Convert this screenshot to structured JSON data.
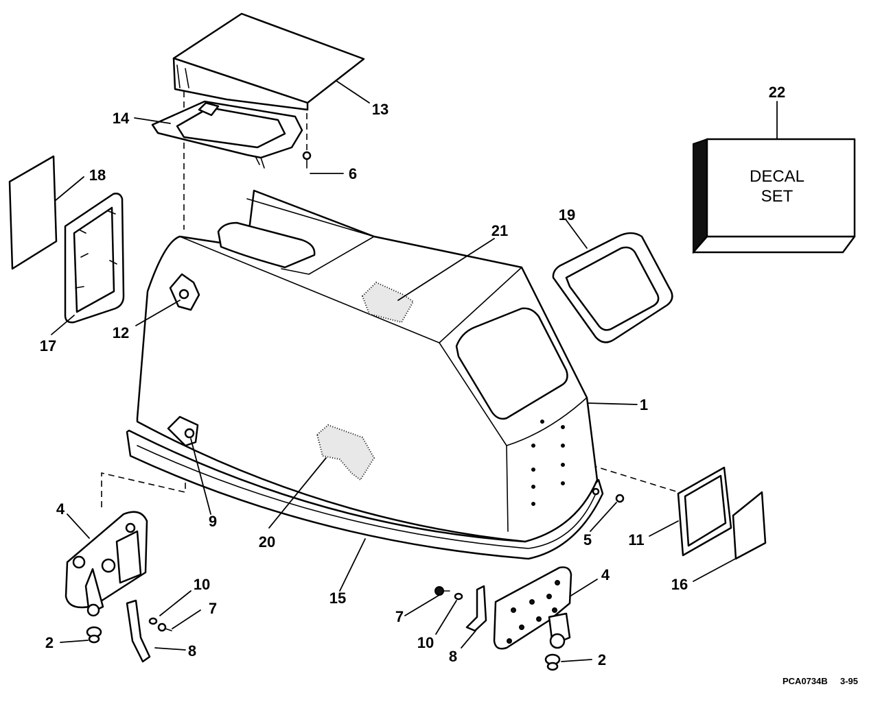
{
  "callouts": [
    {
      "id": "c1",
      "label": "1"
    },
    {
      "id": "c2a",
      "label": "2"
    },
    {
      "id": "c2b",
      "label": "2"
    },
    {
      "id": "c4a",
      "label": "4"
    },
    {
      "id": "c4b",
      "label": "4"
    },
    {
      "id": "c5",
      "label": "5"
    },
    {
      "id": "c6",
      "label": "6"
    },
    {
      "id": "c7a",
      "label": "7"
    },
    {
      "id": "c7b",
      "label": "7"
    },
    {
      "id": "c8a",
      "label": "8"
    },
    {
      "id": "c8b",
      "label": "8"
    },
    {
      "id": "c9",
      "label": "9"
    },
    {
      "id": "c10a",
      "label": "10"
    },
    {
      "id": "c10b",
      "label": "10"
    },
    {
      "id": "c11",
      "label": "11"
    },
    {
      "id": "c12",
      "label": "12"
    },
    {
      "id": "c13",
      "label": "13"
    },
    {
      "id": "c14",
      "label": "14"
    },
    {
      "id": "c15",
      "label": "15"
    },
    {
      "id": "c16",
      "label": "16"
    },
    {
      "id": "c17",
      "label": "17"
    },
    {
      "id": "c18",
      "label": "18"
    },
    {
      "id": "c19",
      "label": "19"
    },
    {
      "id": "c20",
      "label": "20"
    },
    {
      "id": "c21",
      "label": "21"
    },
    {
      "id": "c22",
      "label": "22"
    }
  ],
  "decal_box": {
    "line1": "DECAL",
    "line2": "SET"
  },
  "footer": {
    "drawing_id": "PCA0734B",
    "date_code": "3-95"
  }
}
